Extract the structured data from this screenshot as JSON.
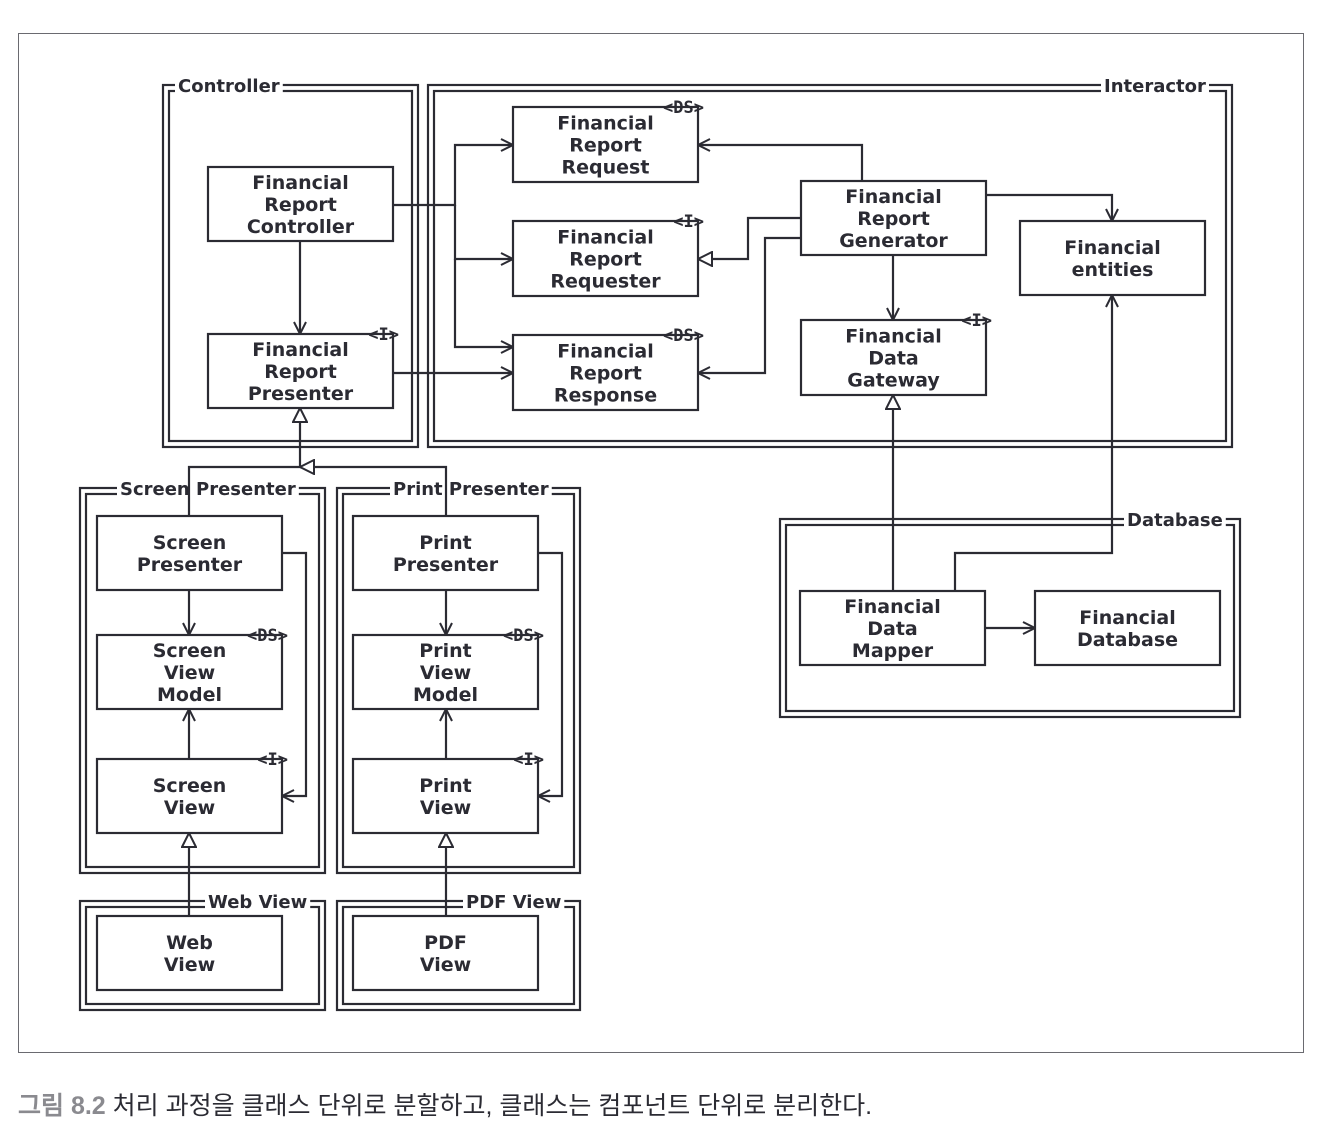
{
  "components": [
    {
      "id": "controller",
      "label": "Controller"
    },
    {
      "id": "interactor",
      "label": "Interactor"
    },
    {
      "id": "screen_presenter",
      "label": "Screen Presenter"
    },
    {
      "id": "print_presenter",
      "label": "Print Presenter"
    },
    {
      "id": "database",
      "label": "Database"
    },
    {
      "id": "web_view",
      "label": "Web View"
    },
    {
      "id": "pdf_view",
      "label": "PDF View"
    }
  ],
  "classes": [
    {
      "id": "fr_controller",
      "lines": [
        "Financial",
        "Report",
        "Controller"
      ],
      "stereotype": ""
    },
    {
      "id": "fr_presenter",
      "lines": [
        "Financial",
        "Report",
        "Presenter"
      ],
      "stereotype": "<I>"
    },
    {
      "id": "fr_request",
      "lines": [
        "Financial",
        "Report",
        "Request"
      ],
      "stereotype": "<DS>"
    },
    {
      "id": "fr_requester",
      "lines": [
        "Financial",
        "Report",
        "Requester"
      ],
      "stereotype": "<I>"
    },
    {
      "id": "fr_response",
      "lines": [
        "Financial",
        "Report",
        "Response"
      ],
      "stereotype": "<DS>"
    },
    {
      "id": "fr_generator",
      "lines": [
        "Financial",
        "Report",
        "Generator"
      ],
      "stereotype": ""
    },
    {
      "id": "fin_entities",
      "lines": [
        "Financial",
        "entities"
      ],
      "stereotype": ""
    },
    {
      "id": "fin_gateway",
      "lines": [
        "Financial",
        "Data",
        "Gateway"
      ],
      "stereotype": "<I>"
    },
    {
      "id": "screen_presenter_cls",
      "lines": [
        "Screen",
        "Presenter"
      ],
      "stereotype": ""
    },
    {
      "id": "screen_view_model",
      "lines": [
        "Screen",
        "View",
        "Model"
      ],
      "stereotype": "<DS>"
    },
    {
      "id": "screen_view",
      "lines": [
        "Screen",
        "View"
      ],
      "stereotype": "<I>"
    },
    {
      "id": "print_presenter_cls",
      "lines": [
        "Print",
        "Presenter"
      ],
      "stereotype": ""
    },
    {
      "id": "print_view_model",
      "lines": [
        "Print",
        "View",
        "Model"
      ],
      "stereotype": "<DS>"
    },
    {
      "id": "print_view",
      "lines": [
        "Print",
        "View"
      ],
      "stereotype": "<I>"
    },
    {
      "id": "web_view_cls",
      "lines": [
        "Web",
        "View"
      ],
      "stereotype": ""
    },
    {
      "id": "pdf_view_cls",
      "lines": [
        "PDF",
        "View"
      ],
      "stereotype": ""
    },
    {
      "id": "fin_mapper",
      "lines": [
        "Financial",
        "Data",
        "Mapper"
      ],
      "stereotype": ""
    },
    {
      "id": "fin_database",
      "lines": [
        "Financial",
        "Database"
      ],
      "stereotype": ""
    }
  ],
  "relations": [
    {
      "from": "fr_controller",
      "to": "fr_request",
      "type": "dependency"
    },
    {
      "from": "fr_controller",
      "to": "fr_requester",
      "type": "dependency"
    },
    {
      "from": "fr_controller",
      "to": "fr_response",
      "type": "dependency"
    },
    {
      "from": "fr_controller",
      "to": "fr_presenter",
      "type": "dependency"
    },
    {
      "from": "fr_presenter",
      "to": "fr_response",
      "type": "dependency"
    },
    {
      "from": "fr_generator",
      "to": "fr_request",
      "type": "dependency"
    },
    {
      "from": "fr_generator",
      "to": "fr_requester",
      "type": "realization"
    },
    {
      "from": "fr_generator",
      "to": "fr_response",
      "type": "dependency"
    },
    {
      "from": "fr_generator",
      "to": "fin_entities",
      "type": "dependency"
    },
    {
      "from": "fr_generator",
      "to": "fin_gateway",
      "type": "dependency"
    },
    {
      "from": "fin_mapper",
      "to": "fin_gateway",
      "type": "realization"
    },
    {
      "from": "fin_mapper",
      "to": "fin_entities",
      "type": "dependency"
    },
    {
      "from": "fin_mapper",
      "to": "fin_database",
      "type": "dependency"
    },
    {
      "from": "screen_presenter_cls",
      "to": "fr_presenter",
      "type": "realization"
    },
    {
      "from": "print_presenter_cls",
      "to": "fr_presenter",
      "type": "realization"
    },
    {
      "from": "screen_presenter_cls",
      "to": "screen_view_model",
      "type": "dependency"
    },
    {
      "from": "screen_view",
      "to": "screen_view_model",
      "type": "dependency"
    },
    {
      "from": "screen_presenter_cls",
      "to": "screen_view",
      "type": "dependency"
    },
    {
      "from": "print_presenter_cls",
      "to": "print_view_model",
      "type": "dependency"
    },
    {
      "from": "print_view",
      "to": "print_view_model",
      "type": "dependency"
    },
    {
      "from": "print_presenter_cls",
      "to": "print_view",
      "type": "dependency"
    },
    {
      "from": "web_view_cls",
      "to": "screen_view",
      "type": "realization"
    },
    {
      "from": "pdf_view_cls",
      "to": "print_view",
      "type": "realization"
    }
  ],
  "caption": {
    "number": "그림 8.2",
    "text": "처리 과정을 클래스 단위로 분할하고, 클래스는 컴포넌트 단위로 분리한다."
  }
}
